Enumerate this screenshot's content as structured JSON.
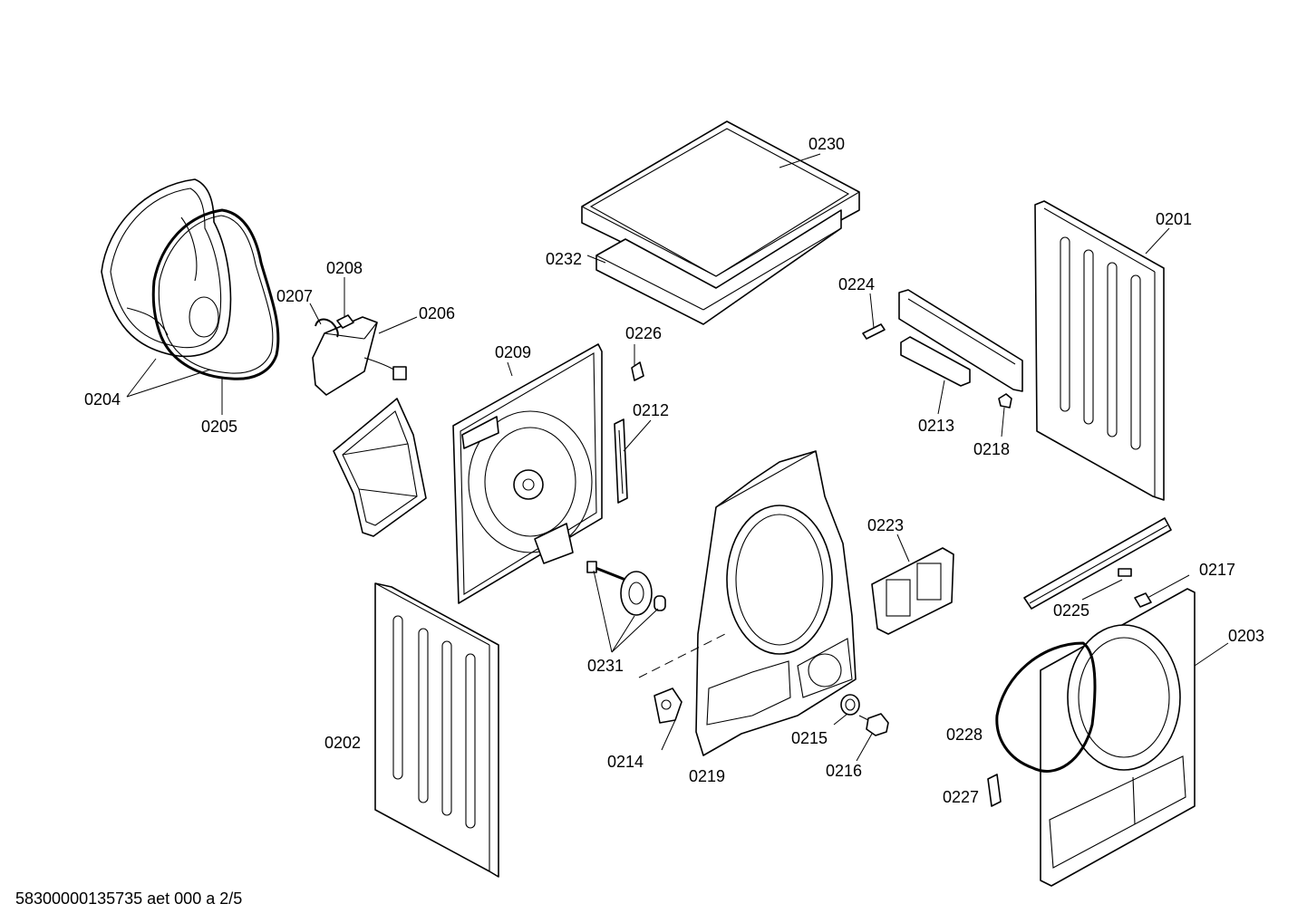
{
  "diagram": {
    "parts": [
      {
        "id": "0201",
        "label": "0201"
      },
      {
        "id": "0202",
        "label": "0202"
      },
      {
        "id": "0203",
        "label": "0203"
      },
      {
        "id": "0204",
        "label": "0204"
      },
      {
        "id": "0205",
        "label": "0205"
      },
      {
        "id": "0206",
        "label": "0206"
      },
      {
        "id": "0207",
        "label": "0207"
      },
      {
        "id": "0208",
        "label": "0208"
      },
      {
        "id": "0209",
        "label": "0209"
      },
      {
        "id": "0212",
        "label": "0212"
      },
      {
        "id": "0213",
        "label": "0213"
      },
      {
        "id": "0214",
        "label": "0214"
      },
      {
        "id": "0215",
        "label": "0215"
      },
      {
        "id": "0216",
        "label": "0216"
      },
      {
        "id": "0217",
        "label": "0217"
      },
      {
        "id": "0218",
        "label": "0218"
      },
      {
        "id": "0219",
        "label": "0219"
      },
      {
        "id": "0223",
        "label": "0223"
      },
      {
        "id": "0224",
        "label": "0224"
      },
      {
        "id": "0225",
        "label": "0225"
      },
      {
        "id": "0226",
        "label": "0226"
      },
      {
        "id": "0227",
        "label": "0227"
      },
      {
        "id": "0228",
        "label": "0228"
      },
      {
        "id": "0230",
        "label": "0230"
      },
      {
        "id": "0231",
        "label": "0231"
      },
      {
        "id": "0232",
        "label": "0232"
      }
    ]
  },
  "footer": {
    "document_code": "58300000135735 aet 000 a 2/5"
  }
}
